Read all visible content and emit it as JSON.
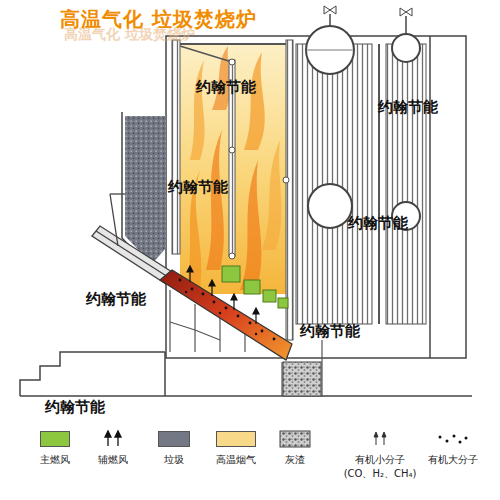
{
  "diagram": {
    "title": "高温气化 垃圾焚烧炉",
    "labels": [
      "高温气化 垃圾焚烧炉",
      "约翰节能",
      "约翰节能",
      "约翰节能",
      "约翰节能",
      "约翰节能",
      "约翰节能",
      "约翰节能"
    ],
    "legend": [
      {
        "text": "主燃风",
        "color": "#8dc63f"
      },
      {
        "text": "辅燃风"
      },
      {
        "text": "垃圾",
        "color": "#737884"
      },
      {
        "text": "高温烟气",
        "color": "#f8d98a"
      },
      {
        "text": "灰渣"
      },
      {
        "text": "有机小分子 (CO、H₂、CH₄)"
      },
      {
        "text": "有机大分子"
      }
    ]
  }
}
